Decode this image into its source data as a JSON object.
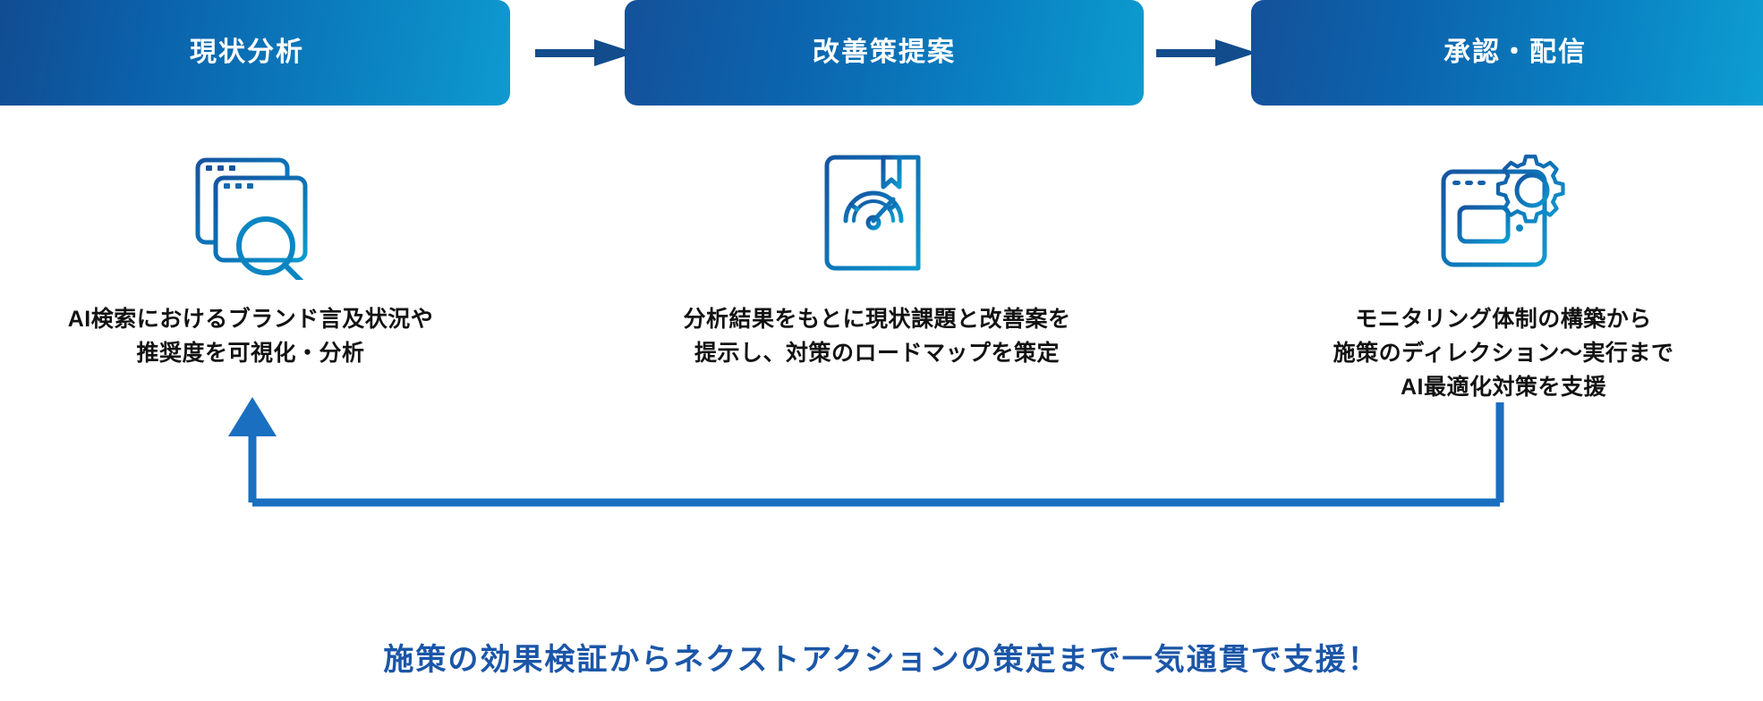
{
  "steps": [
    {
      "id": "step-1",
      "banner_label": "現状分析",
      "icon_name": "analytics-search-icon",
      "caption": "AI検索におけるブランド言及状況や\n推奨度を可視化・分析"
    },
    {
      "id": "step-2",
      "banner_label": "改善策提案",
      "icon_name": "book-gauge-icon",
      "caption": "分析結果をもとに現状課題と改善案を\n提示し、対策のロードマップを策定"
    },
    {
      "id": "step-3",
      "banner_label": "承認・配信",
      "icon_name": "browser-gear-icon",
      "caption": "モニタリング体制の構築から\n施策のディレクション～実行まで\nAI最適化対策を支援"
    }
  ],
  "connectors": [
    {
      "name": "step-arrow-1-to-2",
      "icon_name": "arrow-right-icon"
    },
    {
      "name": "step-arrow-2-to-3",
      "icon_name": "arrow-right-icon"
    }
  ],
  "feedback_loop": {
    "name": "feedback-loop-arrow",
    "icon_name": "loop-arrow-up-icon",
    "direction": "right-to-left-then-up"
  },
  "tagline": "施策の効果検証からネクストアクションの策定まで一気通貫で支援！",
  "colors": {
    "banner_gradient_start": "#134a8e",
    "banner_gradient_end": "#0e9ad0",
    "step_arrow": "#124c8c",
    "loop_arrow": "#1a6fc0",
    "tagline_text": "#1b56a8",
    "caption_text": "#121212",
    "banner_text": "#ffffff",
    "icon_gradient_start": "#1554a0",
    "icon_gradient_end": "#0d9bd0",
    "background": "#ffffff"
  }
}
